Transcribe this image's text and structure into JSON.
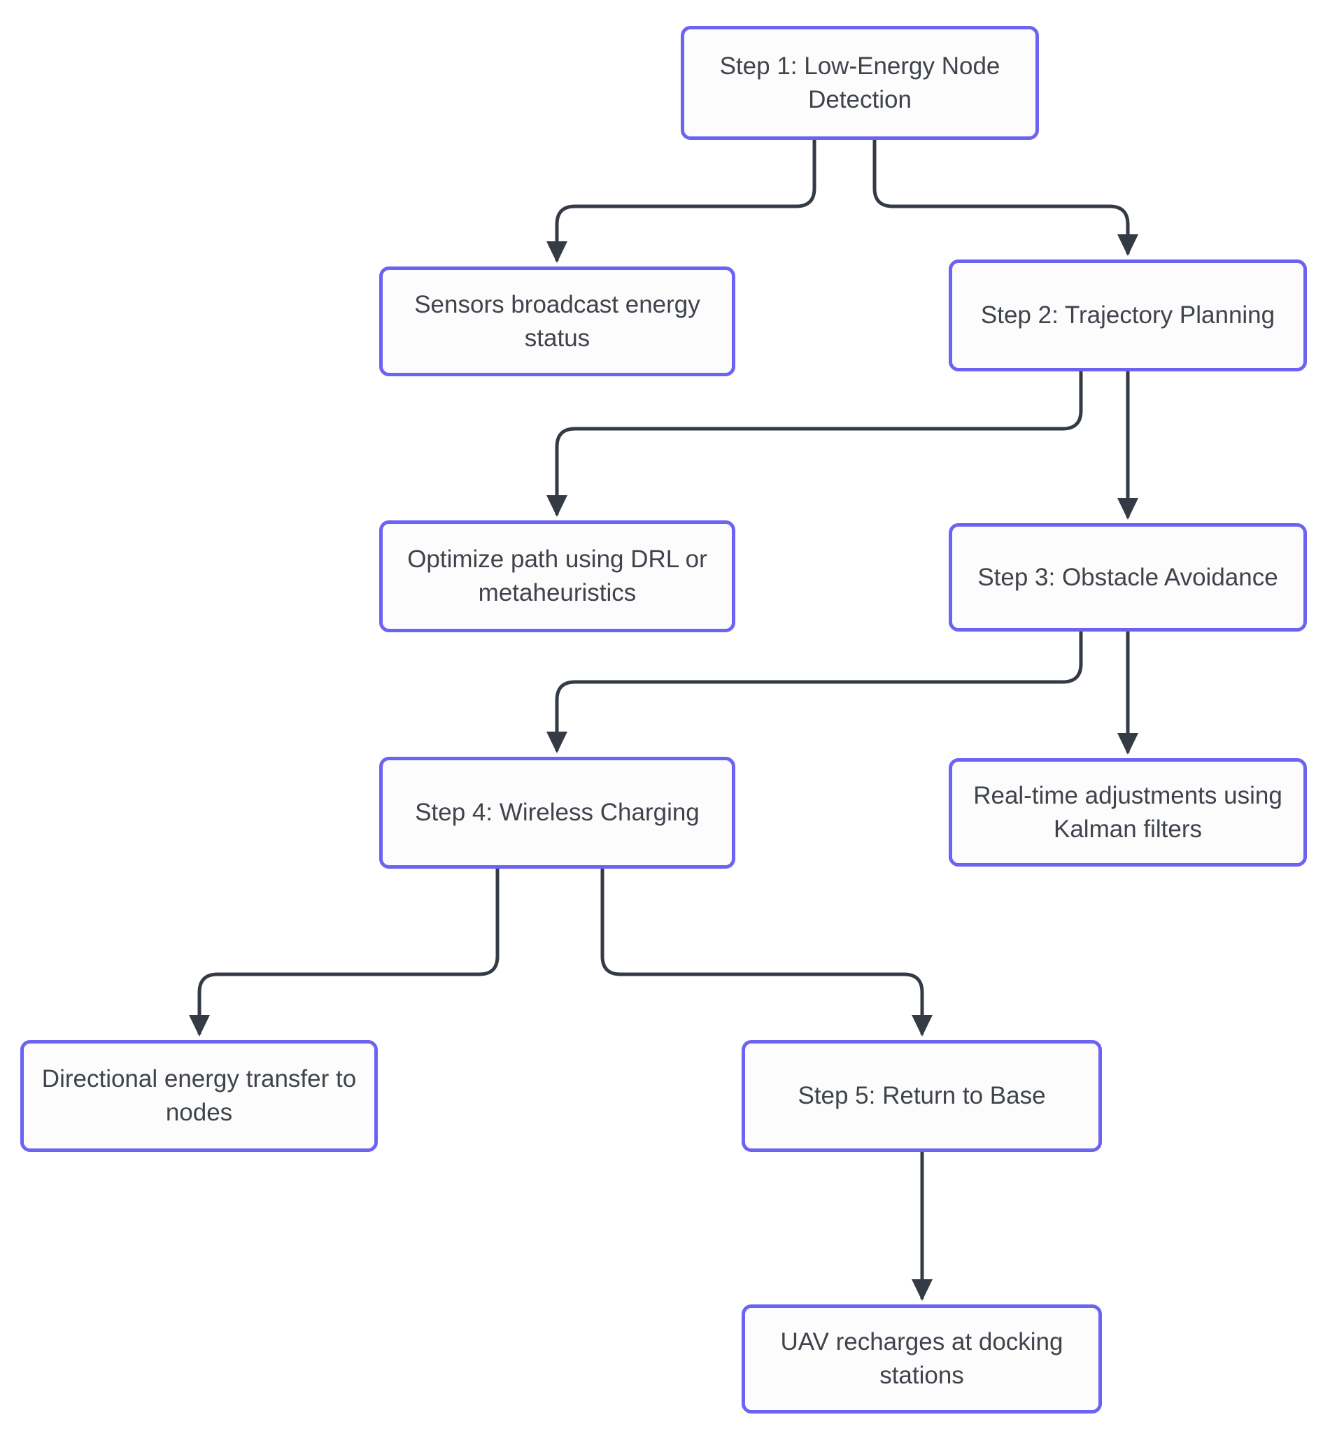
{
  "diagram": {
    "type": "flowchart",
    "direction": "top-down",
    "background_color": "#ffffff",
    "node_border_color": "#6c63f2",
    "node_fill_color": "#fcfcfc",
    "node_text_color": "#3f434b",
    "edge_color": "#343b45",
    "nodes": [
      {
        "id": "step1",
        "label": "Step 1: Low-Energy Node Detection"
      },
      {
        "id": "sensors",
        "label": "Sensors broadcast energy status"
      },
      {
        "id": "step2",
        "label": "Step 2: Trajectory Planning"
      },
      {
        "id": "optimize",
        "label": "Optimize path using DRL or metaheuristics"
      },
      {
        "id": "step3",
        "label": "Step 3: Obstacle Avoidance"
      },
      {
        "id": "step4",
        "label": "Step 4: Wireless Charging"
      },
      {
        "id": "realtime",
        "label": "Real-time adjustments using Kalman filters"
      },
      {
        "id": "directional",
        "label": "Directional energy transfer to nodes"
      },
      {
        "id": "step5",
        "label": "Step 5: Return to Base"
      },
      {
        "id": "uav",
        "label": "UAV recharges at docking stations"
      }
    ],
    "edges": [
      {
        "from": "step1",
        "to": "sensors"
      },
      {
        "from": "step1",
        "to": "step2"
      },
      {
        "from": "step2",
        "to": "optimize"
      },
      {
        "from": "step2",
        "to": "step3"
      },
      {
        "from": "step3",
        "to": "step4"
      },
      {
        "from": "step3",
        "to": "realtime"
      },
      {
        "from": "step4",
        "to": "directional"
      },
      {
        "from": "step4",
        "to": "step5"
      },
      {
        "from": "step5",
        "to": "uav"
      }
    ]
  }
}
